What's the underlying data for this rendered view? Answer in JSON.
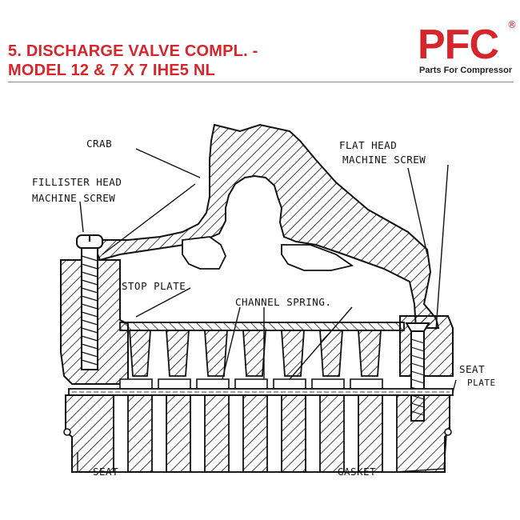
{
  "header": {
    "title_line1": "5. DISCHARGE VALVE COMPL. -",
    "title_line2": "MODEL 12 & 7 X 7 IHE5 NL"
  },
  "logo": {
    "letters": "PFC",
    "registered": "®",
    "tagline": "Parts For Compressor"
  },
  "labels": {
    "crab": "CRAB",
    "fillister_1": "FILLISTER HEAD",
    "fillister_2": "MACHINE SCREW",
    "flat_1": "FLAT HEAD",
    "flat_2": "MACHINE SCREW",
    "stop_plate": "STOP PLATE",
    "channel_spring": "CHANNEL SPRING.",
    "seat_plate_1": "SEAT",
    "seat_plate_2": "PLATE",
    "seat": "SEAT",
    "gasket": "GASKET"
  },
  "colors": {
    "brand_red": "#d7262b",
    "ink": "#111111"
  }
}
